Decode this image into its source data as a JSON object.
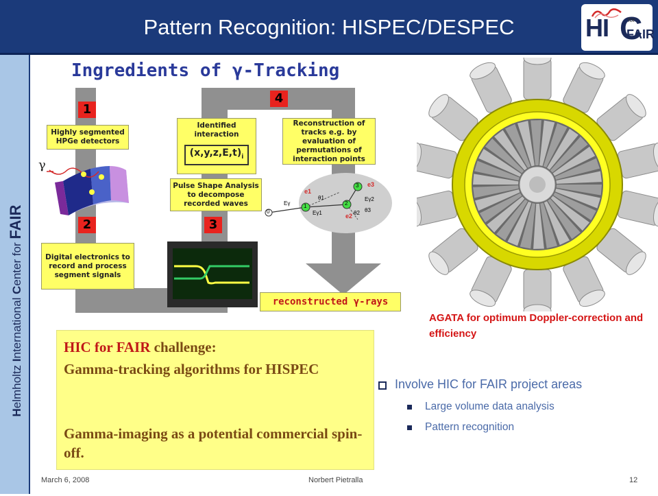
{
  "header": {
    "title": "Pattern Recognition: HISPEC/DESPEC"
  },
  "logo": {
    "main": "HI",
    "c": "C",
    "for": "for",
    "fair": "FAIR"
  },
  "sidebar": {
    "cap_h": "H",
    "t1": "elmholtz ",
    "cap_i": "I",
    "t2": "nternational ",
    "cap_c": "C",
    "t3": "enter for ",
    "fair": "FAIR"
  },
  "diagram": {
    "title": "Ingredients of γ-Tracking",
    "step1": "1",
    "step2": "2",
    "step3": "3",
    "step4": "4",
    "box1": "Highly segmented HPGe detectors",
    "box2": "Digital electronics to record and process segment signals",
    "box3": "Pulse Shape Analysis to decompose recorded waves",
    "box_identified": "Identified interaction",
    "coords": "(x,y,z,E,t)",
    "coords_sub": "i",
    "box4": "Reconstruction of tracks e.g. by evaluation of permutations of interaction points",
    "gamma": "γ",
    "reconstructed": "reconstructed γ-rays",
    "scatter_labels": {
      "e1": "e1",
      "e2": "e2",
      "e3": "e3",
      "p0": "0",
      "p1": "1",
      "p2": "2",
      "p3": "3",
      "eg": "Eγ",
      "eg1": "Eγ1",
      "eg2": "Eγ2",
      "th1": "θ1",
      "th2": "θ2",
      "th3": "θ3"
    }
  },
  "caption": "AGATA for optimum Doppler-correction and efficiency",
  "challenge": {
    "red": "HIC for FAIR",
    "rest": " challenge:",
    "line2": "Gamma-tracking algorithms for HISPEC",
    "line3": "Gamma-imaging as a potential commercial spin-off."
  },
  "bullets": {
    "main": "Involve HIC for FAIR project areas",
    "sub": [
      "Large volume data analysis",
      "Pattern recognition"
    ]
  },
  "footer": {
    "date": "March 6, 2008",
    "author": "Norbert Pietralla",
    "page": "12"
  },
  "colors": {
    "header_bg": "#1b3a7a",
    "sidebar_bg": "#a9c6e6",
    "highlight_yellow": "#ffff66",
    "red": "#d41414"
  }
}
